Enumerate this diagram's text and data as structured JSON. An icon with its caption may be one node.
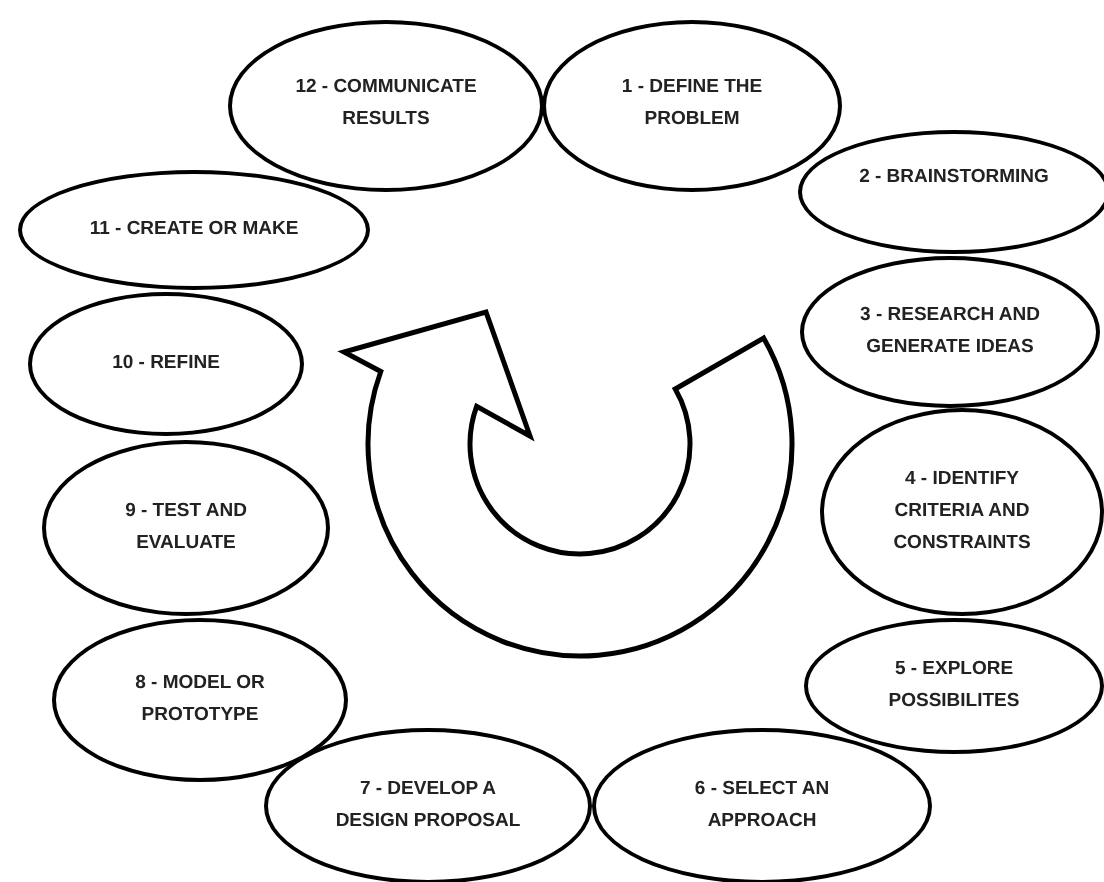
{
  "diagram": {
    "nodes": [
      {
        "text": [
          "1 - DEFINE THE PROBLEM"
        ]
      },
      {
        "text": [
          "2 - BRAINSTORMING"
        ]
      },
      {
        "text": [
          "3 - RESEARCH AND GENERATE IDEAS"
        ]
      },
      {
        "text": [
          "4 - IDENTIFY CRITERIA AND CONSTRAINTS"
        ]
      },
      {
        "text": [
          "5 - EXPLORE POSSIBILITES"
        ]
      },
      {
        "text": [
          "6 - SELECT AN APPROACH"
        ]
      },
      {
        "text": [
          "7 - DEVELOP A DESIGN PROPOSAL"
        ]
      },
      {
        "text": [
          "8 - MODEL OR PROTOTYPE"
        ]
      },
      {
        "text": [
          "9 - TEST AND EVALUATE"
        ]
      },
      {
        "text": [
          "10 - REFINE"
        ]
      },
      {
        "text": [
          "11 - CREATE OR MAKE"
        ]
      },
      {
        "text": [
          "12 - COMMUNICATE RESULTS"
        ]
      },
      {
        "text": [],
        "shape": "arrow"
      }
    ]
  }
}
